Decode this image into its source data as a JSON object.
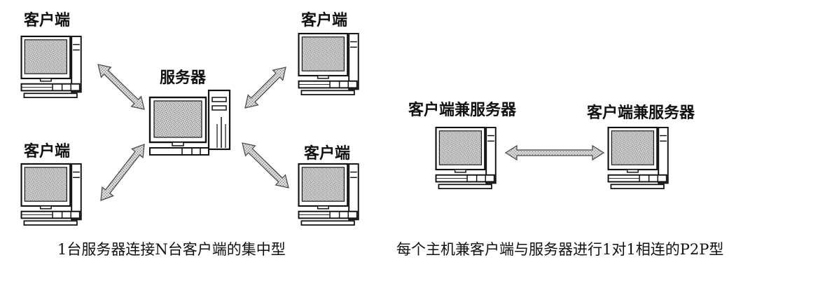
{
  "labels": {
    "client": "客户端",
    "server": "服务器",
    "peer": "客户端兼服务器"
  },
  "captions": {
    "centralized": "1台服务器连接N台客户端的集中型",
    "p2p": "每个主机兼客户端与服务器进行1对1相连的P2P型"
  },
  "colors": {
    "stroke": "#111111",
    "screen": "#b8b8b8",
    "arrow_fill": "#c4c4c4"
  }
}
